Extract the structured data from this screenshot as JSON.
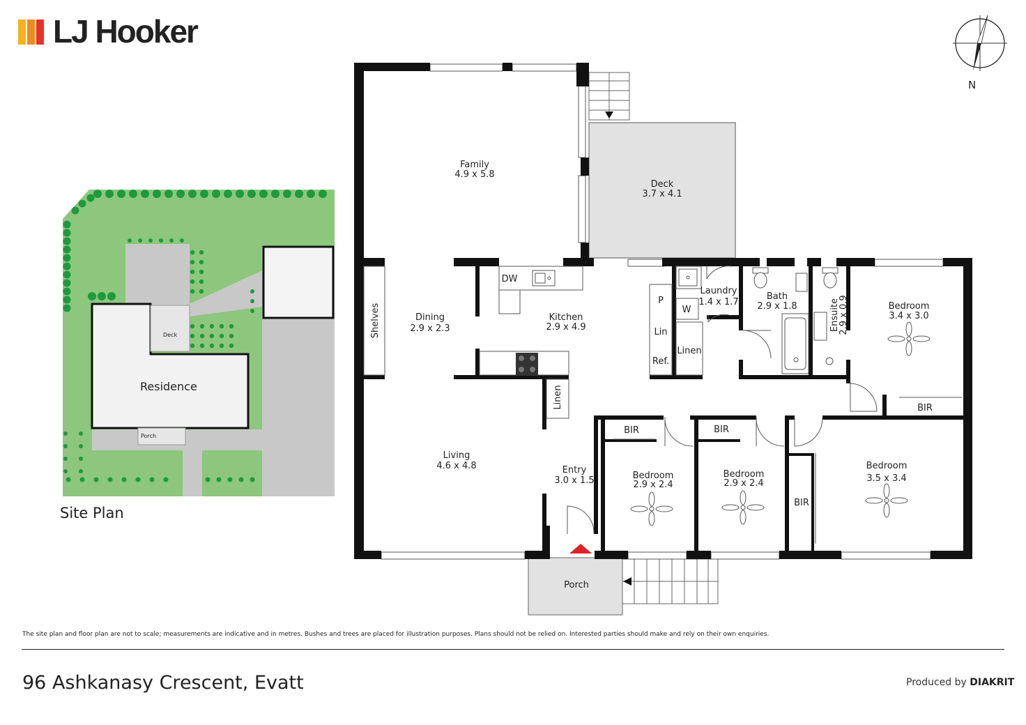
{
  "brand": {
    "name": "LJ Hooker",
    "colors": {
      "bar1": "#f6b21a",
      "bar2": "#f08a1d",
      "bar3": "#e6322b"
    }
  },
  "compass": {
    "label": "N"
  },
  "site_plan": {
    "title": "Site Plan",
    "labels": {
      "residence": "Residence",
      "deck": "Deck",
      "porch": "Porch"
    },
    "colors": {
      "lawn": "#8dc67d",
      "paving": "#c8c8c8",
      "tree": "#1e9a3c"
    }
  },
  "floor_plan": {
    "rooms": {
      "family": {
        "name": "Family",
        "dims": "4.9 x 5.8"
      },
      "deck": {
        "name": "Deck",
        "dims": "3.7 x 4.1"
      },
      "dining": {
        "name": "Dining",
        "dims": "2.9 x 2.3"
      },
      "kitchen": {
        "name": "Kitchen",
        "dims": "2.9 x 4.9"
      },
      "laundry": {
        "name": "Laundry",
        "dims": "1.4 x 1.7"
      },
      "bath": {
        "name": "Bath",
        "dims": "2.9 x 1.8"
      },
      "ensuite": {
        "name": "Ensuite",
        "dims": "2.9 x 0.9"
      },
      "bedroom1": {
        "name": "Bedroom",
        "dims": "3.4 x 3.0"
      },
      "living": {
        "name": "Living",
        "dims": "4.6 x 4.8"
      },
      "entry": {
        "name": "Entry",
        "dims": "3.0 x 1.5"
      },
      "bedroom2": {
        "name": "Bedroom",
        "dims": "2.9 x 2.4"
      },
      "bedroom3": {
        "name": "Bedroom",
        "dims": "2.9 x 2.4"
      },
      "bedroom4": {
        "name": "Bedroom",
        "dims": "3.5 x 3.4"
      },
      "porch": {
        "name": "Porch"
      }
    },
    "fixtures": {
      "shelves": "Shelves",
      "dw": "DW",
      "pantry": "P",
      "washer": "W",
      "lin": "Lin",
      "ref": "Ref.",
      "linen_laundry": "Linen",
      "linen_hall": "Linen",
      "bir_bed1": "BIR",
      "bir_bed2": "BIR",
      "bir_bed3": "BIR",
      "bir_bed4": "BIR"
    },
    "colors": {
      "wall": "#111111",
      "deck": "#e2e2e2",
      "entry_marker": "#e0212b"
    }
  },
  "footer": {
    "disclaimer": "The site plan and floor plan are not to scale; measurements are indicative and in metres. Bushes and trees are placed for illustration purposes. Plans should not be relied on. Interested parties should make and rely on their own enquiries.",
    "address": "96 Ashkanasy Crescent, Evatt",
    "produced_by": "Produced by",
    "producer": "DIAKRIT"
  }
}
